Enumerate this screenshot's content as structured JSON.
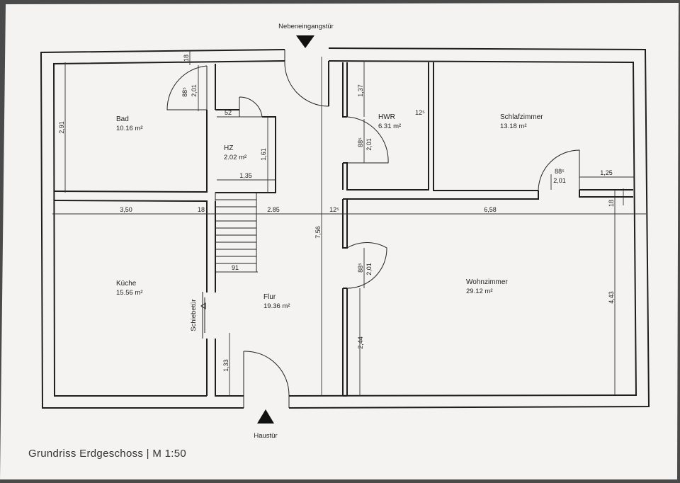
{
  "caption": "Grundriss Erdgeschoss | M 1:50",
  "entrances": {
    "side": "Nebeneingangstür",
    "main": "Haustür",
    "sliding": "Schiebetür"
  },
  "rooms": {
    "bad": {
      "name": "Bad",
      "area": "10.16 m²"
    },
    "hz": {
      "name": "HZ",
      "area": "2.02 m²"
    },
    "hwr": {
      "name": "HWR",
      "area": "6.31 m²"
    },
    "schlaf": {
      "name": "Schlafzimmer",
      "area": "13.18 m²"
    },
    "kueche": {
      "name": "Küche",
      "area": "15.56 m²"
    },
    "flur": {
      "name": "Flur",
      "area": "19.36 m²"
    },
    "wohn": {
      "name": "Wohnzimmer",
      "area": "29.12 m²"
    }
  },
  "dimensions": {
    "d_18_top": "18",
    "d_2_91": "2,91",
    "d_bad_door_88": "88⁵",
    "d_bad_door_201": "2,01",
    "d_52": "52",
    "d_1_61": "1,61",
    "d_1_35": "1,35",
    "d_1_37": "1,37",
    "d_12_5_hwr": "12⁵",
    "d_hwr_door_88": "88⁵",
    "d_hwr_door_201": "2,01",
    "d_schlaf_door_88": "88⁵",
    "d_schlaf_door_201": "2,01",
    "d_1_25": "1,25",
    "d_3_50": "3,50",
    "d_18_mid": "18",
    "d_2_85": "2.85",
    "d_12_5_mid": "12⁵",
    "d_6_58": "6,58",
    "d_18_right": "18",
    "d_7_56": "7,56",
    "d_wohn_door_88": "88⁵",
    "d_wohn_door_201": "2,01",
    "d_91": "91",
    "d_4_43": "4,43",
    "d_2_44": "2,44",
    "d_1_33": "1,33"
  }
}
